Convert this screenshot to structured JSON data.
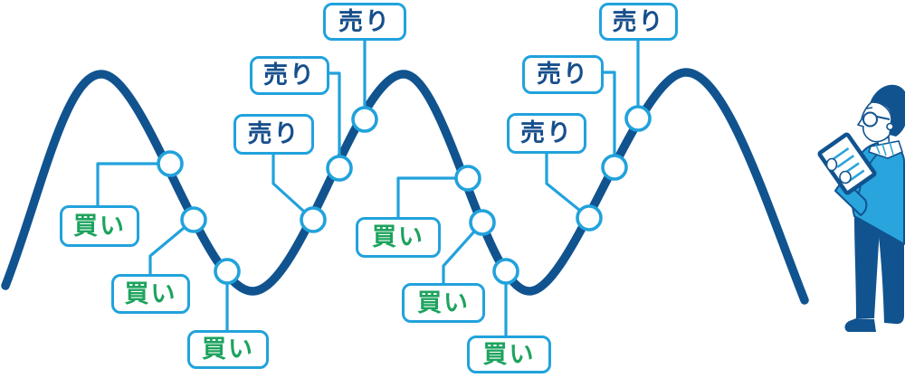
{
  "diagram": {
    "sell_labels": [
      "売り",
      "売り",
      "売り",
      "売り",
      "売り",
      "売り"
    ],
    "buy_labels": [
      "買い",
      "買い",
      "買い",
      "買い",
      "買い",
      "買い"
    ],
    "colors": {
      "wave_blue": "#10538f",
      "accent_blue": "#21a2dc",
      "buy_green": "#1da35e",
      "sell_navy": "#174f8c",
      "background": "#ffffff"
    },
    "illustration": {
      "person_icon": "businessman-with-glasses-holding-clipboard"
    }
  }
}
